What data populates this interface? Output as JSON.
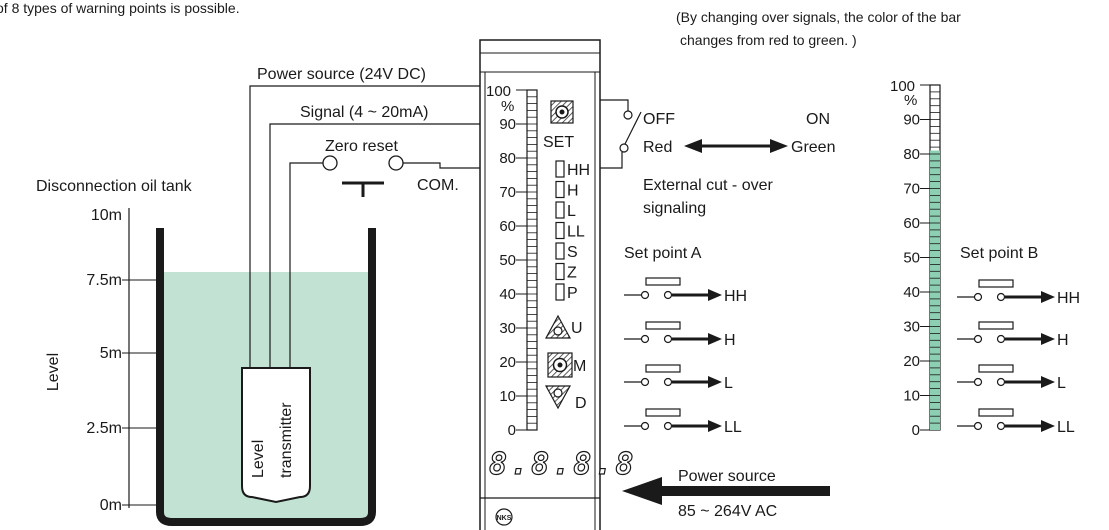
{
  "header": {
    "note_left": "of 8 types of warning points is possible.",
    "note_right_line1": "(By changing over signals, the color of the bar",
    "note_right_line2": "changes from red to green. )"
  },
  "tank": {
    "title": "Disconnection oil tank",
    "axis_label": "Level",
    "levels": [
      "10m",
      "7.5m",
      "5m",
      "2.5m",
      "0m"
    ],
    "transmitter_line1": "Level",
    "transmitter_line2": "transmitter",
    "liquid_color": "#c2e3d4"
  },
  "wiring": {
    "power_source": "Power source (24V DC)",
    "signal": "Signal (4 ~ 20mA)",
    "zero_reset": "Zero reset",
    "com": "COM."
  },
  "indicator": {
    "scale_top": "100",
    "percent": "%",
    "scale": [
      "90",
      "80",
      "70",
      "60",
      "50",
      "40",
      "30",
      "20",
      "10",
      "0"
    ],
    "set_label": "SET",
    "lamps": [
      "HH",
      "H",
      "L",
      "LL",
      "S",
      "Z",
      "P"
    ],
    "up_label": "U",
    "mode_label": "M",
    "down_label": "D",
    "display": "8.8.8.8",
    "logo": "NKS"
  },
  "switch": {
    "off": "OFF",
    "on": "ON",
    "red": "Red",
    "green": "Green",
    "caption_line1": "External cut - over",
    "caption_line2": "signaling"
  },
  "set_point_a": {
    "title": "Set point A",
    "outputs": [
      "HH",
      "H",
      "L",
      "LL"
    ]
  },
  "bar_display": {
    "scale_top": "100",
    "percent": "%",
    "scale": [
      "90",
      "80",
      "70",
      "60",
      "50",
      "40",
      "30",
      "20",
      "10",
      "0"
    ],
    "level_percent": 81,
    "bar_color": "#8ccfb2"
  },
  "set_point_b": {
    "title": "Set point B",
    "outputs": [
      "HH",
      "H",
      "L",
      "LL"
    ]
  },
  "mains": {
    "line1": "Power source",
    "line2": "85 ~ 264V AC"
  }
}
